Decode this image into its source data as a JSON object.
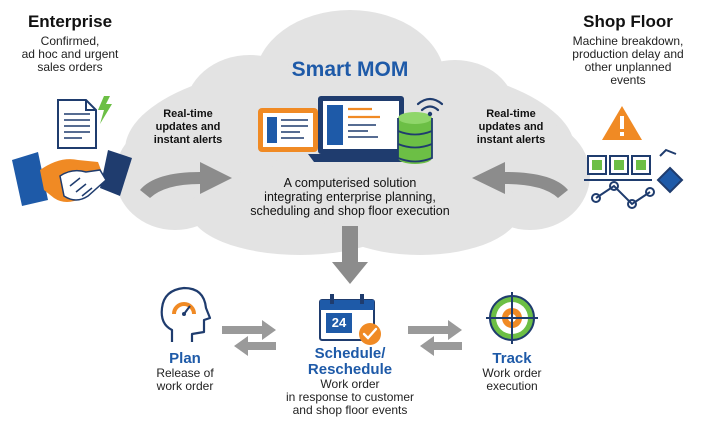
{
  "enterprise": {
    "title": "Enterprise",
    "desc": [
      "Confirmed,",
      "ad hoc and urgent",
      "sales orders"
    ]
  },
  "shop_floor": {
    "title": "Shop Floor",
    "desc": [
      "Machine breakdown,",
      "production delay and",
      "other unplanned",
      "events"
    ]
  },
  "center": {
    "title": "Smart MOM",
    "desc": [
      "A computerised solution",
      "integrating enterprise planning,",
      "scheduling and shop floor execution"
    ]
  },
  "alerts": {
    "left": [
      "Real-time",
      "updates and",
      "instant alerts"
    ],
    "right": [
      "Real-time",
      "updates and",
      "instant alerts"
    ]
  },
  "steps": {
    "plan": {
      "title": "Plan",
      "desc": [
        "Release of",
        "work order"
      ]
    },
    "schedule": {
      "title": [
        "Schedule/",
        "Reschedule"
      ],
      "desc": [
        "Work order",
        "in response to customer",
        "and shop floor events"
      ],
      "calendar_number": "24"
    },
    "track": {
      "title": "Track",
      "desc": [
        "Work order",
        "execution"
      ]
    }
  },
  "colors": {
    "blue": "#1e5aa8",
    "navy": "#1f3c6e",
    "orange": "#f08a24",
    "green": "#6cbf45",
    "cloud": "#e3e3e3",
    "arrow": "#8c8c8c"
  }
}
